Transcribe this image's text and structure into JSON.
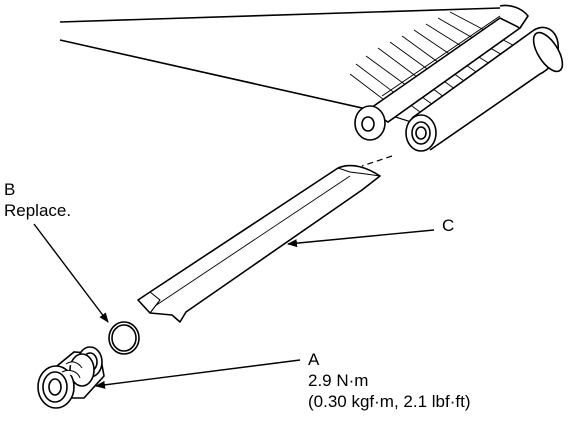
{
  "callouts": {
    "a": {
      "letter": "A",
      "torque": "2.9 N·m",
      "torque_alt": "(0.30 kgf·m, 2.1 lbf·ft)"
    },
    "b": {
      "letter": "B",
      "note": "Replace."
    },
    "c": {
      "letter": "C"
    }
  },
  "colors": {
    "line": "#000000",
    "background": "#ffffff"
  }
}
